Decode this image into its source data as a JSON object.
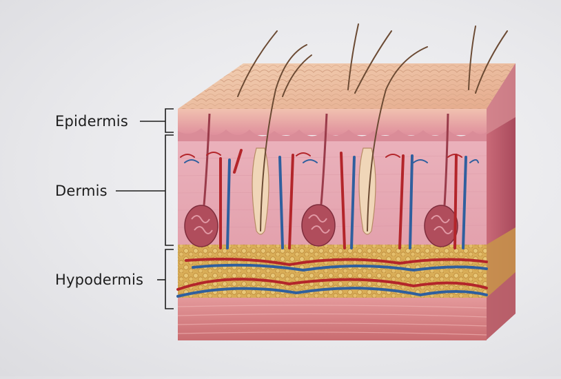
{
  "diagram": {
    "labels": {
      "epidermis": "Epidermis",
      "dermis": "Dermis",
      "hypodermis": "Hypodermis"
    },
    "colors": {
      "epidermis_top": "#efc2a4",
      "epidermis_layer": "#e7a4ac",
      "dermis": "#e9b3bc",
      "hypodermis_fat": "#d9b058",
      "muscle": "#d58282",
      "artery": "#b3252a",
      "vein": "#2f5f9e",
      "hair": "#6b4a33"
    }
  }
}
